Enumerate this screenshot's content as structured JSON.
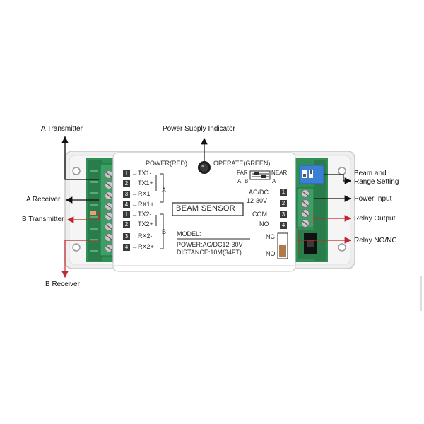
{
  "callouts": {
    "power_indicator": "Power  Supply Indicator",
    "a_transmitter": "A Transmitter",
    "a_receiver": "A Receiver",
    "b_transmitter": "B Transmitter",
    "b_receiver": "B Receiver",
    "beam_range_line1": "Beam and",
    "beam_range_line2": "Range Setting",
    "power_input": "Power Input",
    "relay_output": "Relay Output",
    "relay_nonc": "Relay NO/NC"
  },
  "panel": {
    "power_red": "POWER(RED)",
    "operate_green": "OPERATE(GREEN)",
    "title": "BEAM SENSOR",
    "model": "MODEL:",
    "power_spec": "POWER:AC/DC12-30V",
    "distance_spec": "DISTANCE:10M(34FT)",
    "far": "FAR",
    "near": "NEAR",
    "a_label": "A",
    "b_label": "B",
    "ac_dc": "AC/DC",
    "voltage": "12-30V",
    "com": "COM",
    "no": "NO",
    "nc": "NC",
    "no_bottom": "NO",
    "group_a": "A",
    "group_b": "B"
  },
  "left_terminals": [
    {
      "num": "1",
      "label": "TX1-"
    },
    {
      "num": "2",
      "label": "TX1+"
    },
    {
      "num": "3",
      "label": "RX1-"
    },
    {
      "num": "4",
      "label": "RX1+"
    },
    {
      "num": "1",
      "label": "TX2-"
    },
    {
      "num": "2",
      "label": "TX2+"
    },
    {
      "num": "3",
      "label": "RX2-"
    },
    {
      "num": "4",
      "label": "RX2+"
    }
  ],
  "right_terminals": [
    {
      "num": "1"
    },
    {
      "num": "2"
    },
    {
      "num": "3"
    },
    {
      "num": "4"
    }
  ],
  "colors": {
    "pcb_green": "#2f8f55",
    "terminal_green": "#3aa066",
    "arrow_red": "#c0282d",
    "dip_blue": "#3b7fd4"
  }
}
